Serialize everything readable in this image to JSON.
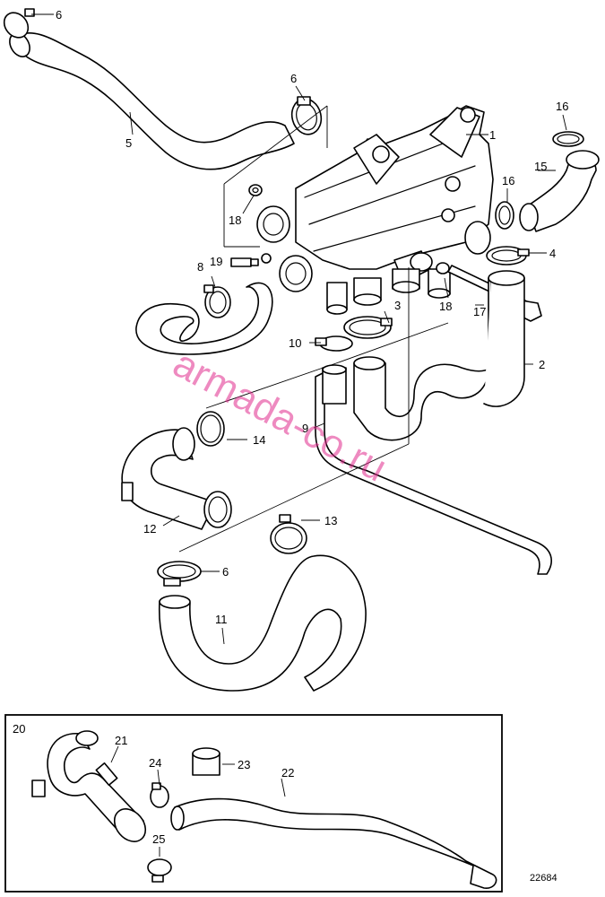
{
  "callouts": {
    "c1": "1",
    "c2": "2",
    "c3": "3",
    "c4": "4",
    "c5": "5",
    "c6a": "6",
    "c6b": "6",
    "c6c": "6",
    "c8": "8",
    "c9": "9",
    "c10": "10",
    "c11": "11",
    "c12": "12",
    "c13": "13",
    "c14": "14",
    "c15": "15",
    "c16a": "16",
    "c16b": "16",
    "c17": "17",
    "c18a": "18",
    "c18b": "18",
    "c19": "19",
    "c20": "20",
    "c21": "21",
    "c22": "22",
    "c23": "23",
    "c24": "24",
    "c25": "25"
  },
  "reference_number": "22684",
  "watermark": "armada-co.ru",
  "colors": {
    "line": "#000000",
    "background": "#ffffff",
    "watermark": "#e0298d"
  }
}
